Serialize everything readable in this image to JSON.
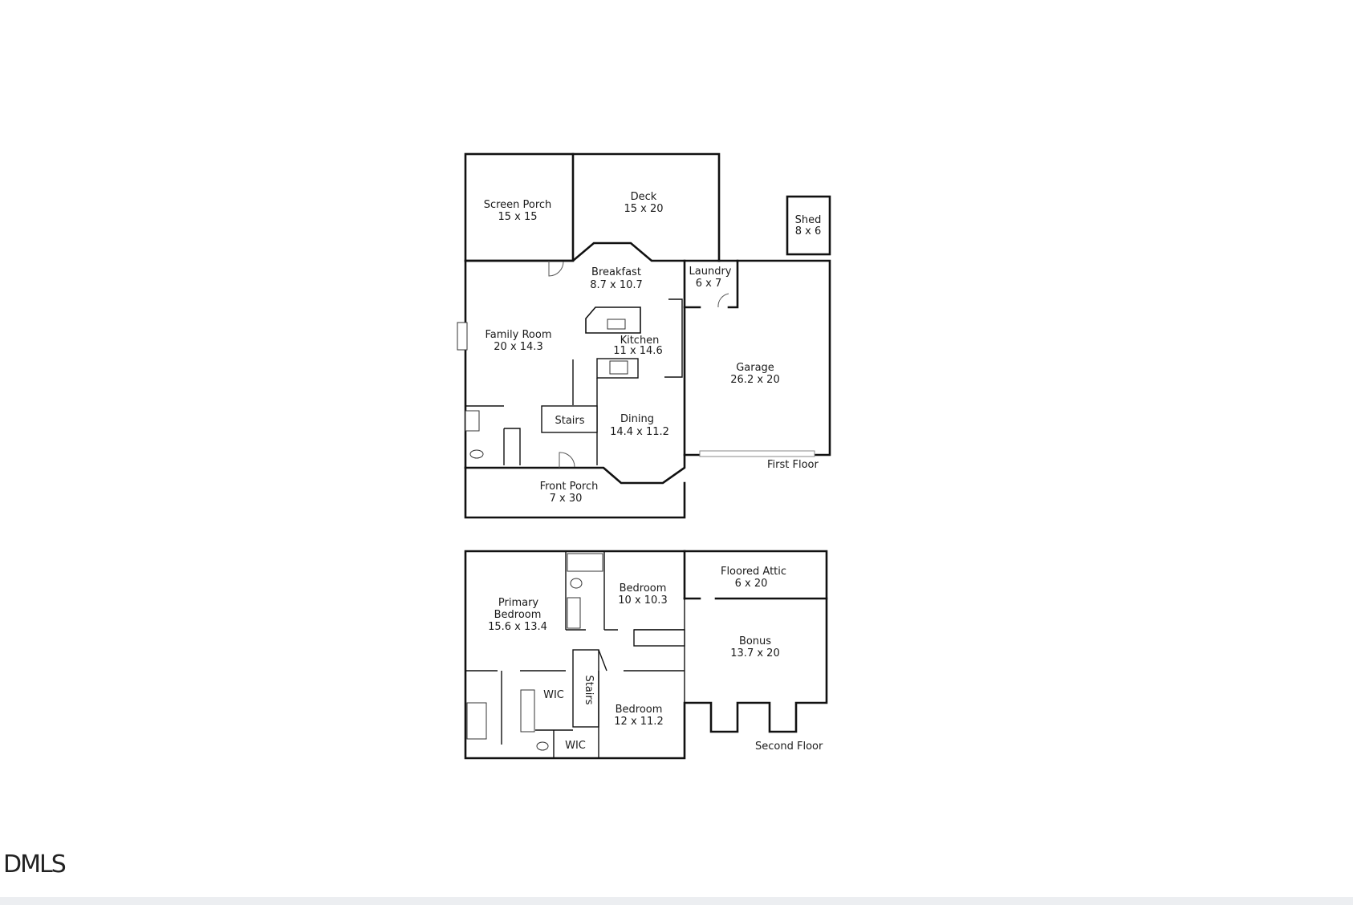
{
  "first_floor": {
    "label": "First Floor",
    "rooms": {
      "screen_porch": {
        "name": "Screen Porch",
        "dims": "15 x 15"
      },
      "deck": {
        "name": "Deck",
        "dims": "15 x 20"
      },
      "shed": {
        "name": "Shed",
        "dims": "8 x 6"
      },
      "breakfast": {
        "name": "Breakfast",
        "dims": "8.7 x 10.7"
      },
      "laundry": {
        "name": "Laundry",
        "dims": "6 x 7"
      },
      "family_room": {
        "name": "Family Room",
        "dims": "20 x 14.3"
      },
      "kitchen": {
        "name": "Kitchen",
        "dims": "11 x 14.6"
      },
      "garage": {
        "name": "Garage",
        "dims": "26.2 x 20"
      },
      "stairs": {
        "name": "Stairs"
      },
      "dining": {
        "name": "Dining",
        "dims": "14.4 x 11.2"
      },
      "front_porch": {
        "name": "Front Porch",
        "dims": "7 x 30"
      }
    }
  },
  "second_floor": {
    "label": "Second Floor",
    "rooms": {
      "floored_attic": {
        "name": "Floored Attic",
        "dims": "6 x 20"
      },
      "bedroom_a": {
        "name": "Bedroom",
        "dims": "10 x 10.3"
      },
      "primary_bedroom": {
        "name_line1": "Primary",
        "name_line2": "Bedroom",
        "dims": "15.6 x 13.4"
      },
      "bonus": {
        "name": "Bonus",
        "dims": "13.7 x 20"
      },
      "wic_a": {
        "name": "WIC"
      },
      "stairs": {
        "name": "Stairs"
      },
      "bedroom_b": {
        "name": "Bedroom",
        "dims": "12 x 11.2"
      },
      "wic_b": {
        "name": "WIC"
      }
    }
  },
  "watermark": "DMLS"
}
